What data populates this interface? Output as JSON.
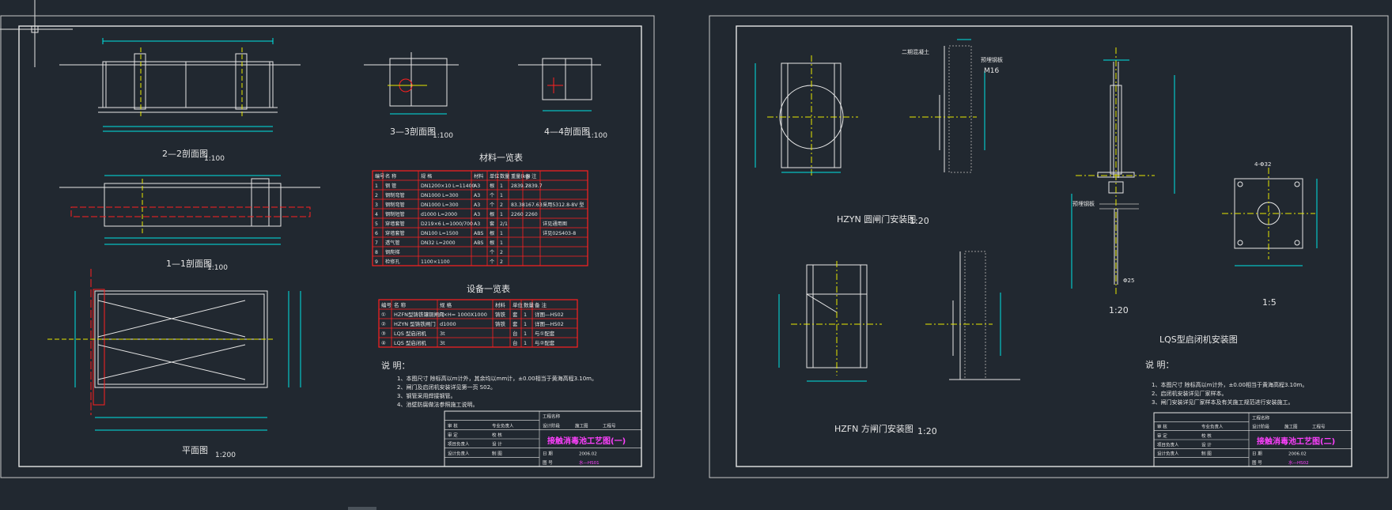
{
  "colors": {
    "background": "#212830",
    "line": "#e6e6e6",
    "dimension": "#00e5e5",
    "section": "#ff2020",
    "centerline": "#e8e800",
    "accent": "#ff40ff",
    "hatch": "#9a9a9a"
  },
  "sheet1": {
    "views": {
      "section22": {
        "label": "2—2剖面图",
        "scale": "1:100"
      },
      "section11": {
        "label": "1—1剖面图",
        "scale": "1:100"
      },
      "section33": {
        "label": "3—3剖面图",
        "scale": "1:100"
      },
      "section44": {
        "label": "4—4剖面图",
        "scale": "1:100"
      },
      "plan": {
        "label": "平面图",
        "scale": "1:200"
      }
    },
    "material_table": {
      "title": "材料一览表",
      "headers": [
        "编号",
        "名 称",
        "规 格",
        "材料",
        "单位",
        "数量",
        "重量(kg)",
        "备 注"
      ],
      "rows": [
        [
          "1",
          "钢 管",
          "DN1200×10 L=11400",
          "A3",
          "根",
          "1",
          "2839.7",
          "2839.7",
          ""
        ],
        [
          "2",
          "钢制弯管",
          "DN1000  L=300",
          "A3",
          "个",
          "1",
          "",
          "",
          ""
        ],
        [
          "3",
          "钢制弯管",
          "DN1000  L=300",
          "A3",
          "个",
          "2",
          "83.38",
          "167.63",
          "采用5312.8-8V 型"
        ],
        [
          "4",
          "钢制短管",
          "d1000  L=2000",
          "A3",
          "根",
          "1",
          "2260",
          "2260",
          ""
        ],
        [
          "5",
          "穿墙套管",
          "D219×6 L=1000/700",
          "A3",
          "套",
          "2/1",
          "",
          "",
          "详见通用图"
        ],
        [
          "6",
          "穿墙套管",
          "DN100  L=1500",
          "ABS",
          "根",
          "1",
          "",
          "",
          "详见02S403-8"
        ],
        [
          "7",
          "透气管",
          "DN32  L=2000",
          "ABS",
          "根",
          "1",
          "",
          "",
          ""
        ],
        [
          "8",
          "钢爬梯",
          "",
          "",
          "个",
          "2",
          "",
          "",
          ""
        ],
        [
          "9",
          "检修孔",
          "1100×1100",
          "",
          "个",
          "2",
          "",
          "",
          ""
        ]
      ]
    },
    "equipment_table": {
      "title": "设备一览表",
      "headers": [
        "编号",
        "名 称",
        "规 格",
        "材料",
        "单位",
        "数量",
        "备 注"
      ],
      "rows": [
        [
          "①",
          "HZFN型铸铁镶铜闸门",
          "B×H= 1000X1000",
          "铸铁",
          "套",
          "1",
          "详图—HS02"
        ],
        [
          "②",
          "HZYN 型铸铁闸门",
          "d1000",
          "铸铁",
          "套",
          "1",
          "详图—HS02"
        ],
        [
          "③",
          "LQS 型启闭机",
          "3t",
          "",
          "台",
          "1",
          "与①配套"
        ],
        [
          "④",
          "LQS 型启闭机",
          "3t",
          "",
          "台",
          "1",
          "与②配套"
        ]
      ]
    },
    "notes": {
      "title": "说 明：",
      "items": [
        "1、本图尺寸 除标高以m计外，其余均以mm计，±0.00相当于黄海高程3.10m。",
        "2、闸门及启闭机安装详见第一页 S02。",
        "3、钢管采用焊接钢管。",
        "4、池壁防腐做法参照施工说明。"
      ]
    },
    "title_block": {
      "drawing_title": "接触消毒池工艺图(一)",
      "cells": [
        "工程名称",
        "设计阶段",
        "施工图",
        "工程号",
        "审 核",
        "专业负责人",
        "审 定",
        "校 核",
        "项目负责人",
        "设 计",
        "设计负责人",
        "制 图",
        "日 期",
        "图 号"
      ],
      "date": "2006.02",
      "sheet_no": "水—HS01"
    }
  },
  "sheet2": {
    "views": {
      "hzyn": {
        "label": "HZYN 圆闸门安装图",
        "scale": "1:20"
      },
      "hzfn": {
        "label": "HZFN 方闸门安装图",
        "scale": "1:20"
      },
      "lqs": {
        "label": "LQS型启闭机安装图",
        "scale_a": "1:20",
        "scale_b": "1:5"
      }
    },
    "annotations": [
      "二期混凝土",
      "预埋钢板",
      "M16",
      "4-Φ32",
      "Φ25"
    ],
    "notes": {
      "title": "说 明：",
      "items": [
        "1、本图尺寸 除标高以m计外，±0.00相当于黄海高程3.10m。",
        "2、启闭机安装详见厂家样本。",
        "3、闸门安装详见厂家样本及有关施工规范进行安装施工。"
      ]
    },
    "title_block": {
      "drawing_title": "接触消毒池工艺图(二)",
      "cells": [
        "工程名称",
        "设计阶段",
        "施工图",
        "工程号",
        "审 核",
        "专业负责人",
        "审 定",
        "校 核",
        "项目负责人",
        "设 计",
        "设计负责人",
        "制 图",
        "日 期",
        "图 号"
      ],
      "date": "2006.02",
      "sheet_no": "水—HS02"
    }
  }
}
